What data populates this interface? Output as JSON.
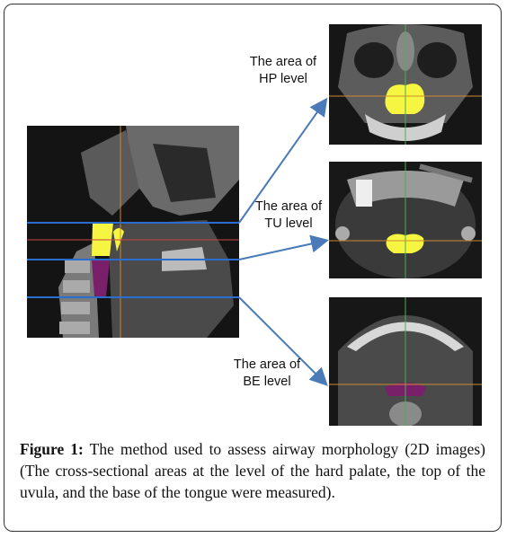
{
  "labels": {
    "hp": [
      "The area of",
      "HP level"
    ],
    "tu": [
      "The area of",
      "TU level"
    ],
    "be": [
      "The area of",
      "BE level"
    ]
  },
  "caption": {
    "figure_label": "Figure 1:",
    "text": "The method used to assess airway morphology (2D images) (The cross-sectional areas at the level of the hard palate, the top of the uvula, and the base of the tongue were measured)."
  },
  "colors": {
    "arrow": "#4a7ab8",
    "guide_line": "#2a6fd0",
    "hp_area": "#f5f542",
    "tu_area": "#f5f542",
    "be_area": "#7a1f6a",
    "crosshair_v": "#4caf50",
    "crosshair_h": "#d08a30"
  }
}
